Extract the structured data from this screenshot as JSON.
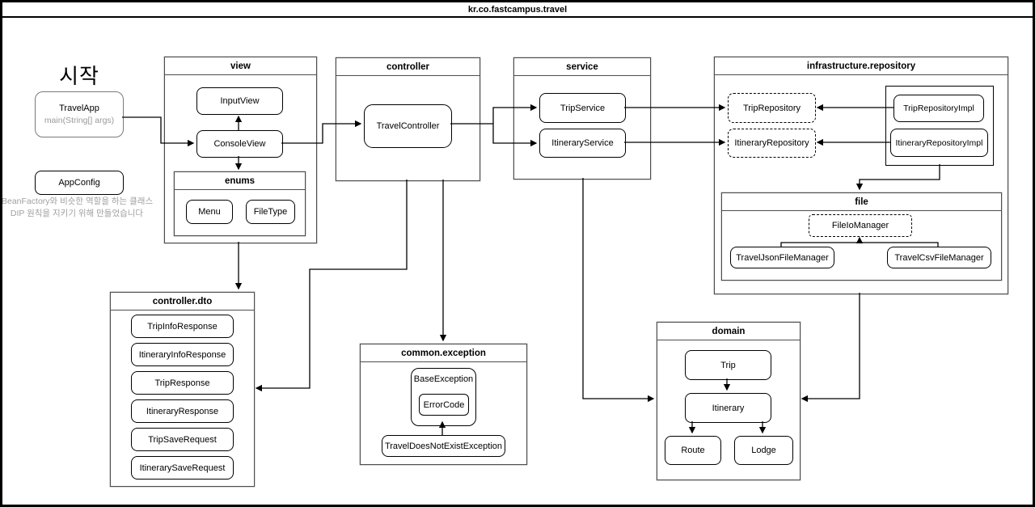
{
  "title": "kr.co.fastcampus.travel",
  "start_label": "시작",
  "travel_app": {
    "name": "TravelApp",
    "signature": "main(String[] args)"
  },
  "app_config": {
    "name": "AppConfig"
  },
  "config_note": {
    "line1": "BeanFactory와 비슷한 역할을 하는 클래스",
    "line2": "DIP 원칙을 지키기 위해 만들었습니다"
  },
  "view": {
    "title": "view",
    "input_view": "InputView",
    "console_view": "ConsoleView",
    "enums": {
      "title": "enums",
      "menu": "Menu",
      "file_type": "FileType"
    }
  },
  "controller": {
    "title": "controller",
    "travel_controller": "TravelController"
  },
  "service": {
    "title": "service",
    "trip_service": "TripService",
    "itinerary_service": "ItineraryService"
  },
  "infrastructure": {
    "title": "infrastructure.repository",
    "trip_repository": "TripRepository",
    "itinerary_repository": "ItineraryRepository",
    "trip_repository_impl": "TripRepositoryImpl",
    "itinerary_repository_impl": "ItineraryRepositoryImpl",
    "file": {
      "title": "file",
      "file_io_manager": "FileIoManager",
      "travel_json_file_manager": "TravelJsonFileManager",
      "travel_csv_file_manager": "TravelCsvFileManager"
    }
  },
  "controller_dto": {
    "title": "controller.dto",
    "items": [
      "TripInfoResponse",
      "ItineraryInfoResponse",
      "TripResponse",
      "ItineraryResponse",
      "TripSaveRequest",
      "ItinerarySaveRequest"
    ]
  },
  "common_exception": {
    "title": "common.exception",
    "base_exception": "BaseException",
    "error_code": "ErrorCode",
    "travel_does_not_exist_exception": "TravelDoesNotExistException"
  },
  "domain": {
    "title": "domain",
    "trip": "Trip",
    "itinerary": "Itinerary",
    "route": "Route",
    "lodge": "Lodge"
  }
}
